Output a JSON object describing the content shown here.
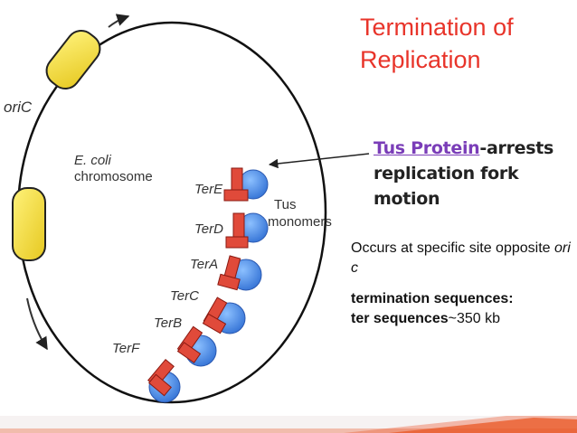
{
  "slide": {
    "title_line1": "Termination of",
    "title_line2": "Replication",
    "tus_link": "Tus Protein",
    "tus_rest": "-arrests replication fork motion",
    "occurs_text": "Occurs at specific site opposite ",
    "occurs_italic": "ori c",
    "seq_bold1": "termination sequences:",
    "seq_bold2": "ter sequences",
    "seq_rest": "~350 kb"
  },
  "diagram": {
    "oric_label": "oriC",
    "chromosome_line1": "E. coli",
    "chromosome_line2": "chromosome",
    "tus_line1": "Tus",
    "tus_line2": "monomers",
    "ter_labels": [
      "TerE",
      "TerD",
      "TerA",
      "TerC",
      "TerB",
      "TerF"
    ]
  },
  "colors": {
    "title": "#e8342a",
    "link": "#7a3db8",
    "ter_site": "#e04a3a",
    "tus_monomer": "#4a8fe0",
    "replisome": "#f2dc3a"
  }
}
